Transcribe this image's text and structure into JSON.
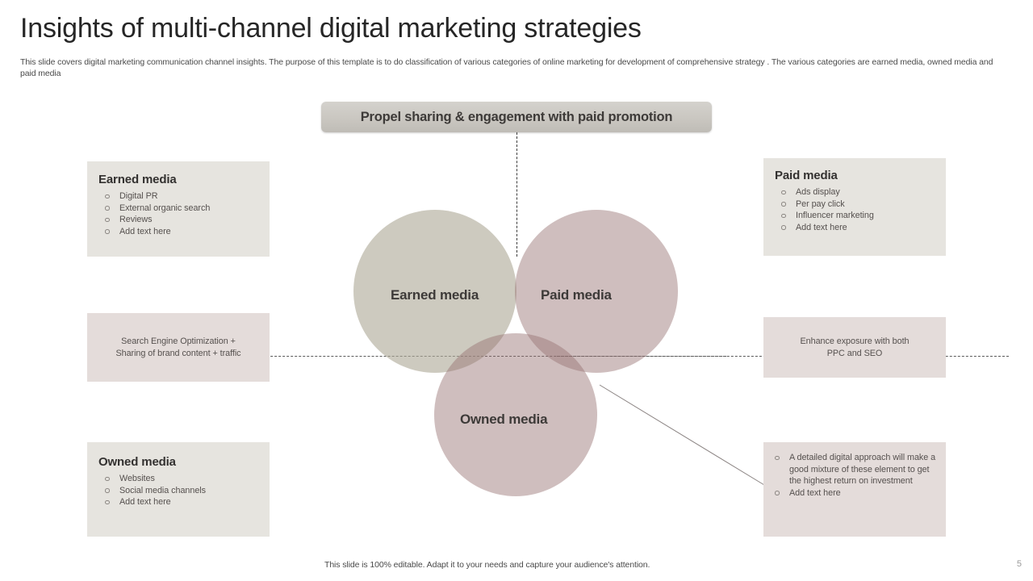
{
  "header": {
    "title": "Insights of multi-channel digital marketing strategies",
    "subtitle": "This slide covers digital marketing communication channel insights. The purpose of this template is to do classification of various categories of online marketing for development of comprehensive strategy . The various categories are earned media, owned media and paid media"
  },
  "banner": {
    "label": "Propel sharing & engagement with paid promotion"
  },
  "venn": {
    "earned_label": "Earned media",
    "paid_label": "Paid media",
    "owned_label": "Owned media",
    "earned_color": "#afaa98",
    "paid_color": "#967171",
    "owned_color": "#967171"
  },
  "cards": {
    "earned": {
      "title": "Earned media",
      "items": [
        "Digital PR",
        "External organic search",
        "Reviews",
        "Add text here"
      ]
    },
    "seo": {
      "text": "Search Engine Optimization +\nSharing of brand content + traffic"
    },
    "owned": {
      "title": "Owned media",
      "items": [
        "Websites",
        "Social media channels",
        "Add text here"
      ]
    },
    "paid": {
      "title": "Paid media",
      "items": [
        "Ads display",
        "Per pay click",
        "Influencer marketing",
        "Add text here"
      ]
    },
    "ppc": {
      "text": "Enhance exposure with both\nPPC and SEO"
    },
    "detail": {
      "items": [
        "A detailed digital approach will make a good mixture of these element to get the highest return on investment",
        "Add text here"
      ]
    }
  },
  "footer": {
    "note": "This slide is 100% editable. Adapt it to your needs and capture your audience's attention.",
    "page_number": "5"
  },
  "colors": {
    "card_gray": "#e6e4df",
    "card_pink": "#e4dcda",
    "banner_gray": "#cac7c1",
    "text_dark": "#333130",
    "text_body": "#55504e"
  }
}
